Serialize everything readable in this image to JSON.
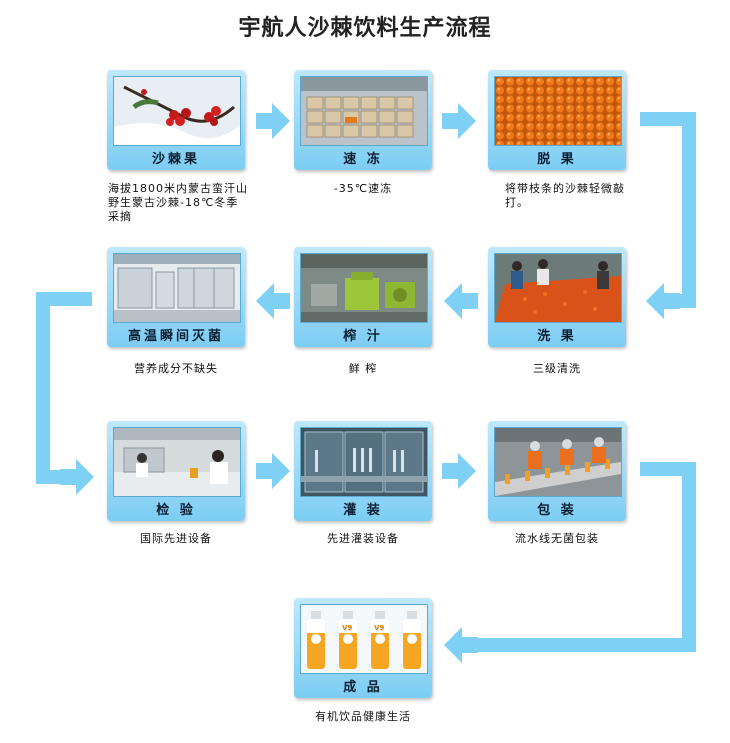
{
  "title": "宇航人沙棘饮料生产流程",
  "steps": [
    {
      "label": "沙棘果",
      "desc": "海拔1800米内蒙古蛮汗山野生蒙古沙棘-18℃冬季采摘",
      "icon": "berry-branch"
    },
    {
      "label": "速 冻",
      "desc": "-35℃速冻",
      "icon": "freezer-crates"
    },
    {
      "label": "脱 果",
      "desc": "将带枝条的沙棘轻微敲打。",
      "icon": "orange-berries"
    },
    {
      "label": "洗 果",
      "desc": "三级清洗",
      "icon": "washing-line"
    },
    {
      "label": "榨 汁",
      "desc": "鲜 榨",
      "icon": "juicer-machine"
    },
    {
      "label": "高温瞬间灭菌",
      "desc": "营养成分不缺失",
      "icon": "sterilizer-room"
    },
    {
      "label": "检 验",
      "desc": "国际先进设备",
      "icon": "lab"
    },
    {
      "label": "灌 装",
      "desc": "先进灌装设备",
      "icon": "filling-machine"
    },
    {
      "label": "包 装",
      "desc": "流水线无菌包装",
      "icon": "packing-line"
    },
    {
      "label": "成 品",
      "desc": "有机饮品健康生活",
      "icon": "bottles"
    }
  ],
  "bottle_text": "V9",
  "colors": {
    "card_top": "#bfe8fb",
    "card_bottom": "#7ccdf3",
    "arrow": "#7fd0f5",
    "berry": "#f07a1a"
  }
}
